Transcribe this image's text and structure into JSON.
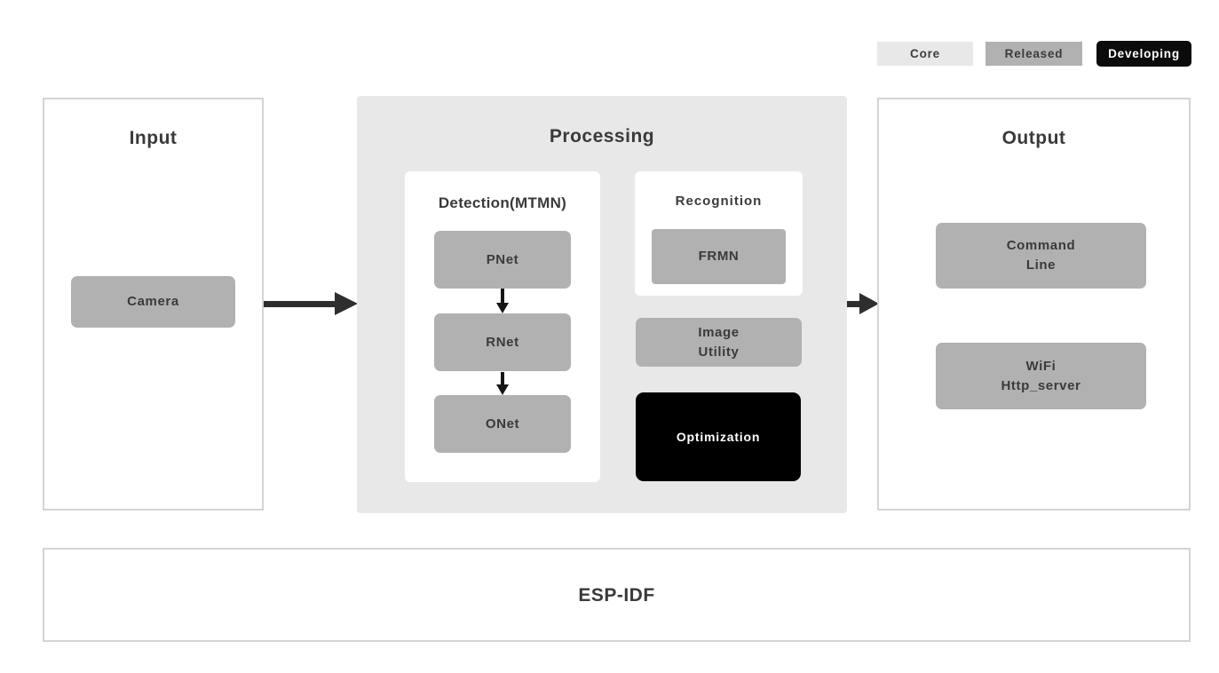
{
  "legend": {
    "core": {
      "label": "Core",
      "color": "#e8e8e8"
    },
    "released": {
      "label": "Released",
      "color": "#b1b1b1"
    },
    "developing": {
      "label": "Developing",
      "color": "#0b0b0b"
    }
  },
  "input": {
    "title": "Input",
    "camera": {
      "label": "Camera",
      "status": "released"
    }
  },
  "processing": {
    "title": "Processing",
    "detection": {
      "title": "Detection(MTMN)",
      "pnet": {
        "label": "PNet",
        "status": "released"
      },
      "rnet": {
        "label": "RNet",
        "status": "released"
      },
      "onet": {
        "label": "ONet",
        "status": "released"
      }
    },
    "recognition": {
      "title": "Recognition",
      "frmn": {
        "label": "FRMN",
        "status": "released"
      }
    },
    "image_utility": {
      "label": "Image\nUtility",
      "status": "released"
    },
    "optimization": {
      "label": "Optimization",
      "status": "developing"
    }
  },
  "output": {
    "title": "Output",
    "command_line": {
      "label": "Command\nLine",
      "status": "released"
    },
    "wifi_http_server": {
      "label": "WiFi\nHttp_server",
      "status": "released"
    }
  },
  "foundation": {
    "title": "ESP-IDF"
  },
  "colors": {
    "core_bg": "#e8e8e8",
    "released_bg": "#b1b1b1",
    "developing_bg": "#0b0b0b",
    "processing_bg": "#e8e8e8",
    "panel_border": "#d4d4d4",
    "text": "#3a3a3a",
    "arrow": "#2e2e2e"
  }
}
